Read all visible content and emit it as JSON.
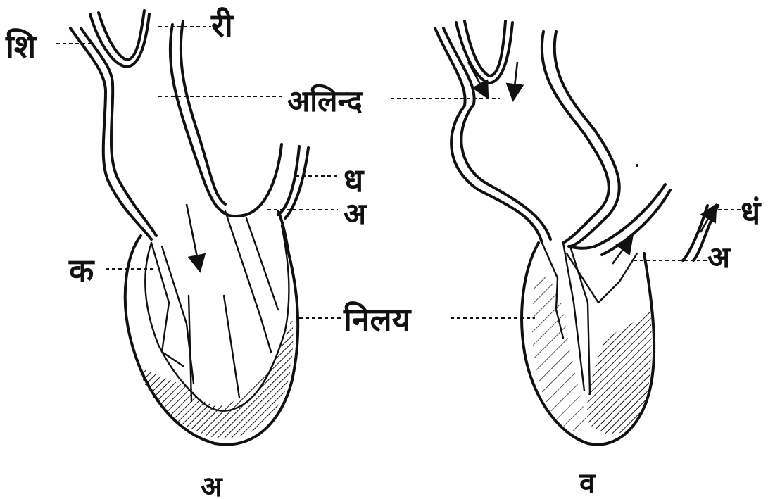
{
  "labels": {
    "shi": "शि",
    "ri": "री",
    "alind": "अलिन्द",
    "dha": "ध",
    "a_valve": "अ",
    "ka": "क",
    "nilay": "निलय",
    "dha_right": "धं",
    "a_valve_right": "अ",
    "caption_left": "अ",
    "caption_right": "व"
  },
  "colors": {
    "ink": "#111111",
    "paper": "#ffffff"
  }
}
